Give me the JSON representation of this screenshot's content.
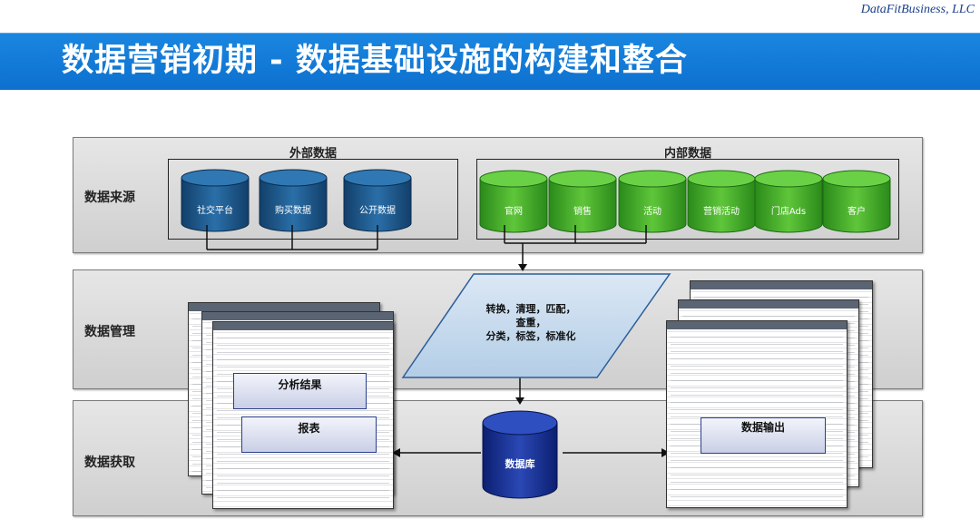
{
  "brand": "DataFitBusiness, LLC",
  "title": "数据营销初期 - 数据基础设施的构建和整合",
  "rows": {
    "sources": "数据来源",
    "management": "数据管理",
    "acquisition": "数据获取"
  },
  "external": {
    "title": "外部数据",
    "items": [
      "社交平台",
      "购买数据",
      "公开数据"
    ]
  },
  "internal": {
    "title": "内部数据",
    "items": [
      "官网",
      "销售",
      "活动",
      "营销活动",
      "门店Ads",
      "客户"
    ]
  },
  "process": {
    "line1": "转换，清理，匹配，",
    "line2": "查重，",
    "line3": "分类，标签，标准化"
  },
  "outputs": {
    "analysis": "分析结果",
    "report": "报表",
    "database": "数据库",
    "data_output": "数据输出"
  },
  "colors": {
    "title_bar": "#1178d8",
    "external_cylinder": "#1d5a90",
    "internal_cylinder": "#3fa52a",
    "database_cylinder": "#102a8a",
    "process_fill": "#c6dcf0"
  }
}
